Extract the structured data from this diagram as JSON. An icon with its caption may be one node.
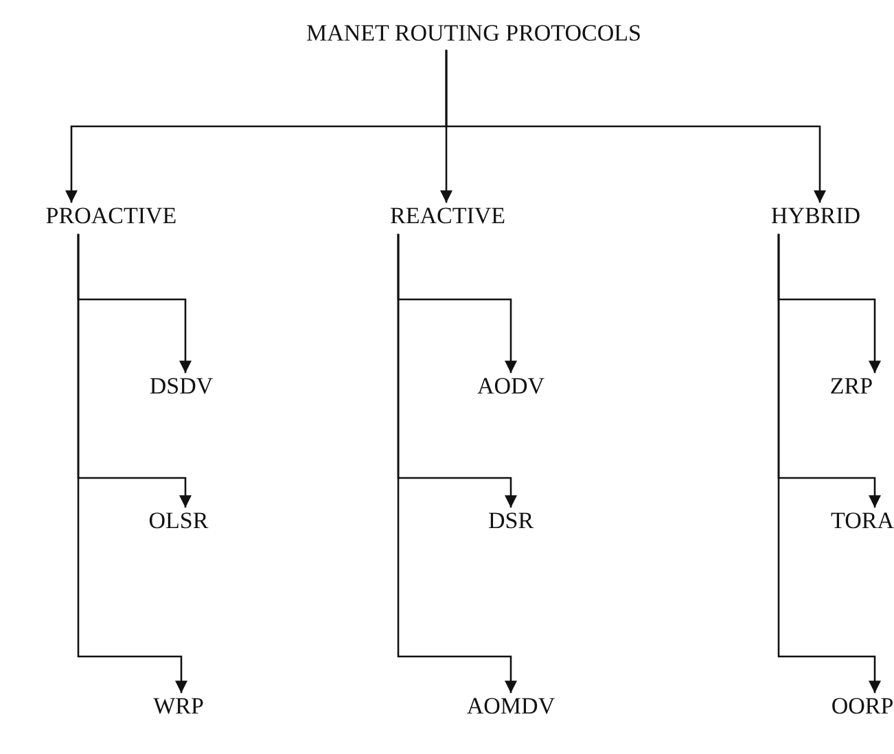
{
  "diagram": {
    "nodes": [
      {
        "text": [
          "MANET ROUTING PROTOCOLS"
        ]
      },
      {
        "text": [
          "PROACTIVE"
        ]
      },
      {
        "text": [
          "REACTIVE"
        ]
      },
      {
        "text": [
          "HYBRID"
        ]
      },
      {
        "text": [
          "DSDV"
        ]
      },
      {
        "text": [
          "OLSR"
        ]
      },
      {
        "text": [
          "WRP"
        ]
      },
      {
        "text": [
          "AODV"
        ]
      },
      {
        "text": [
          "DSR"
        ]
      },
      {
        "text": [
          "AOMDV"
        ]
      },
      {
        "text": [
          "ZRP"
        ]
      },
      {
        "text": [
          "TORA"
        ]
      },
      {
        "text": [
          "OORP"
        ]
      }
    ],
    "edges": [
      {
        "from": 0,
        "to": 1,
        "arrow": "to"
      },
      {
        "from": 0,
        "to": 2,
        "arrow": "to"
      },
      {
        "from": 0,
        "to": 3,
        "arrow": "to"
      },
      {
        "from": 1,
        "to": 4,
        "arrow": "to"
      },
      {
        "from": 1,
        "to": 5,
        "arrow": "to"
      },
      {
        "from": 1,
        "to": 6,
        "arrow": "to"
      },
      {
        "from": 2,
        "to": 7,
        "arrow": "to"
      },
      {
        "from": 2,
        "to": 8,
        "arrow": "to"
      },
      {
        "from": 2,
        "to": 9,
        "arrow": "to"
      },
      {
        "from": 3,
        "to": 10,
        "arrow": "to"
      },
      {
        "from": 3,
        "to": 11,
        "arrow": "to"
      },
      {
        "from": 3,
        "to": 12,
        "arrow": "to"
      }
    ]
  }
}
